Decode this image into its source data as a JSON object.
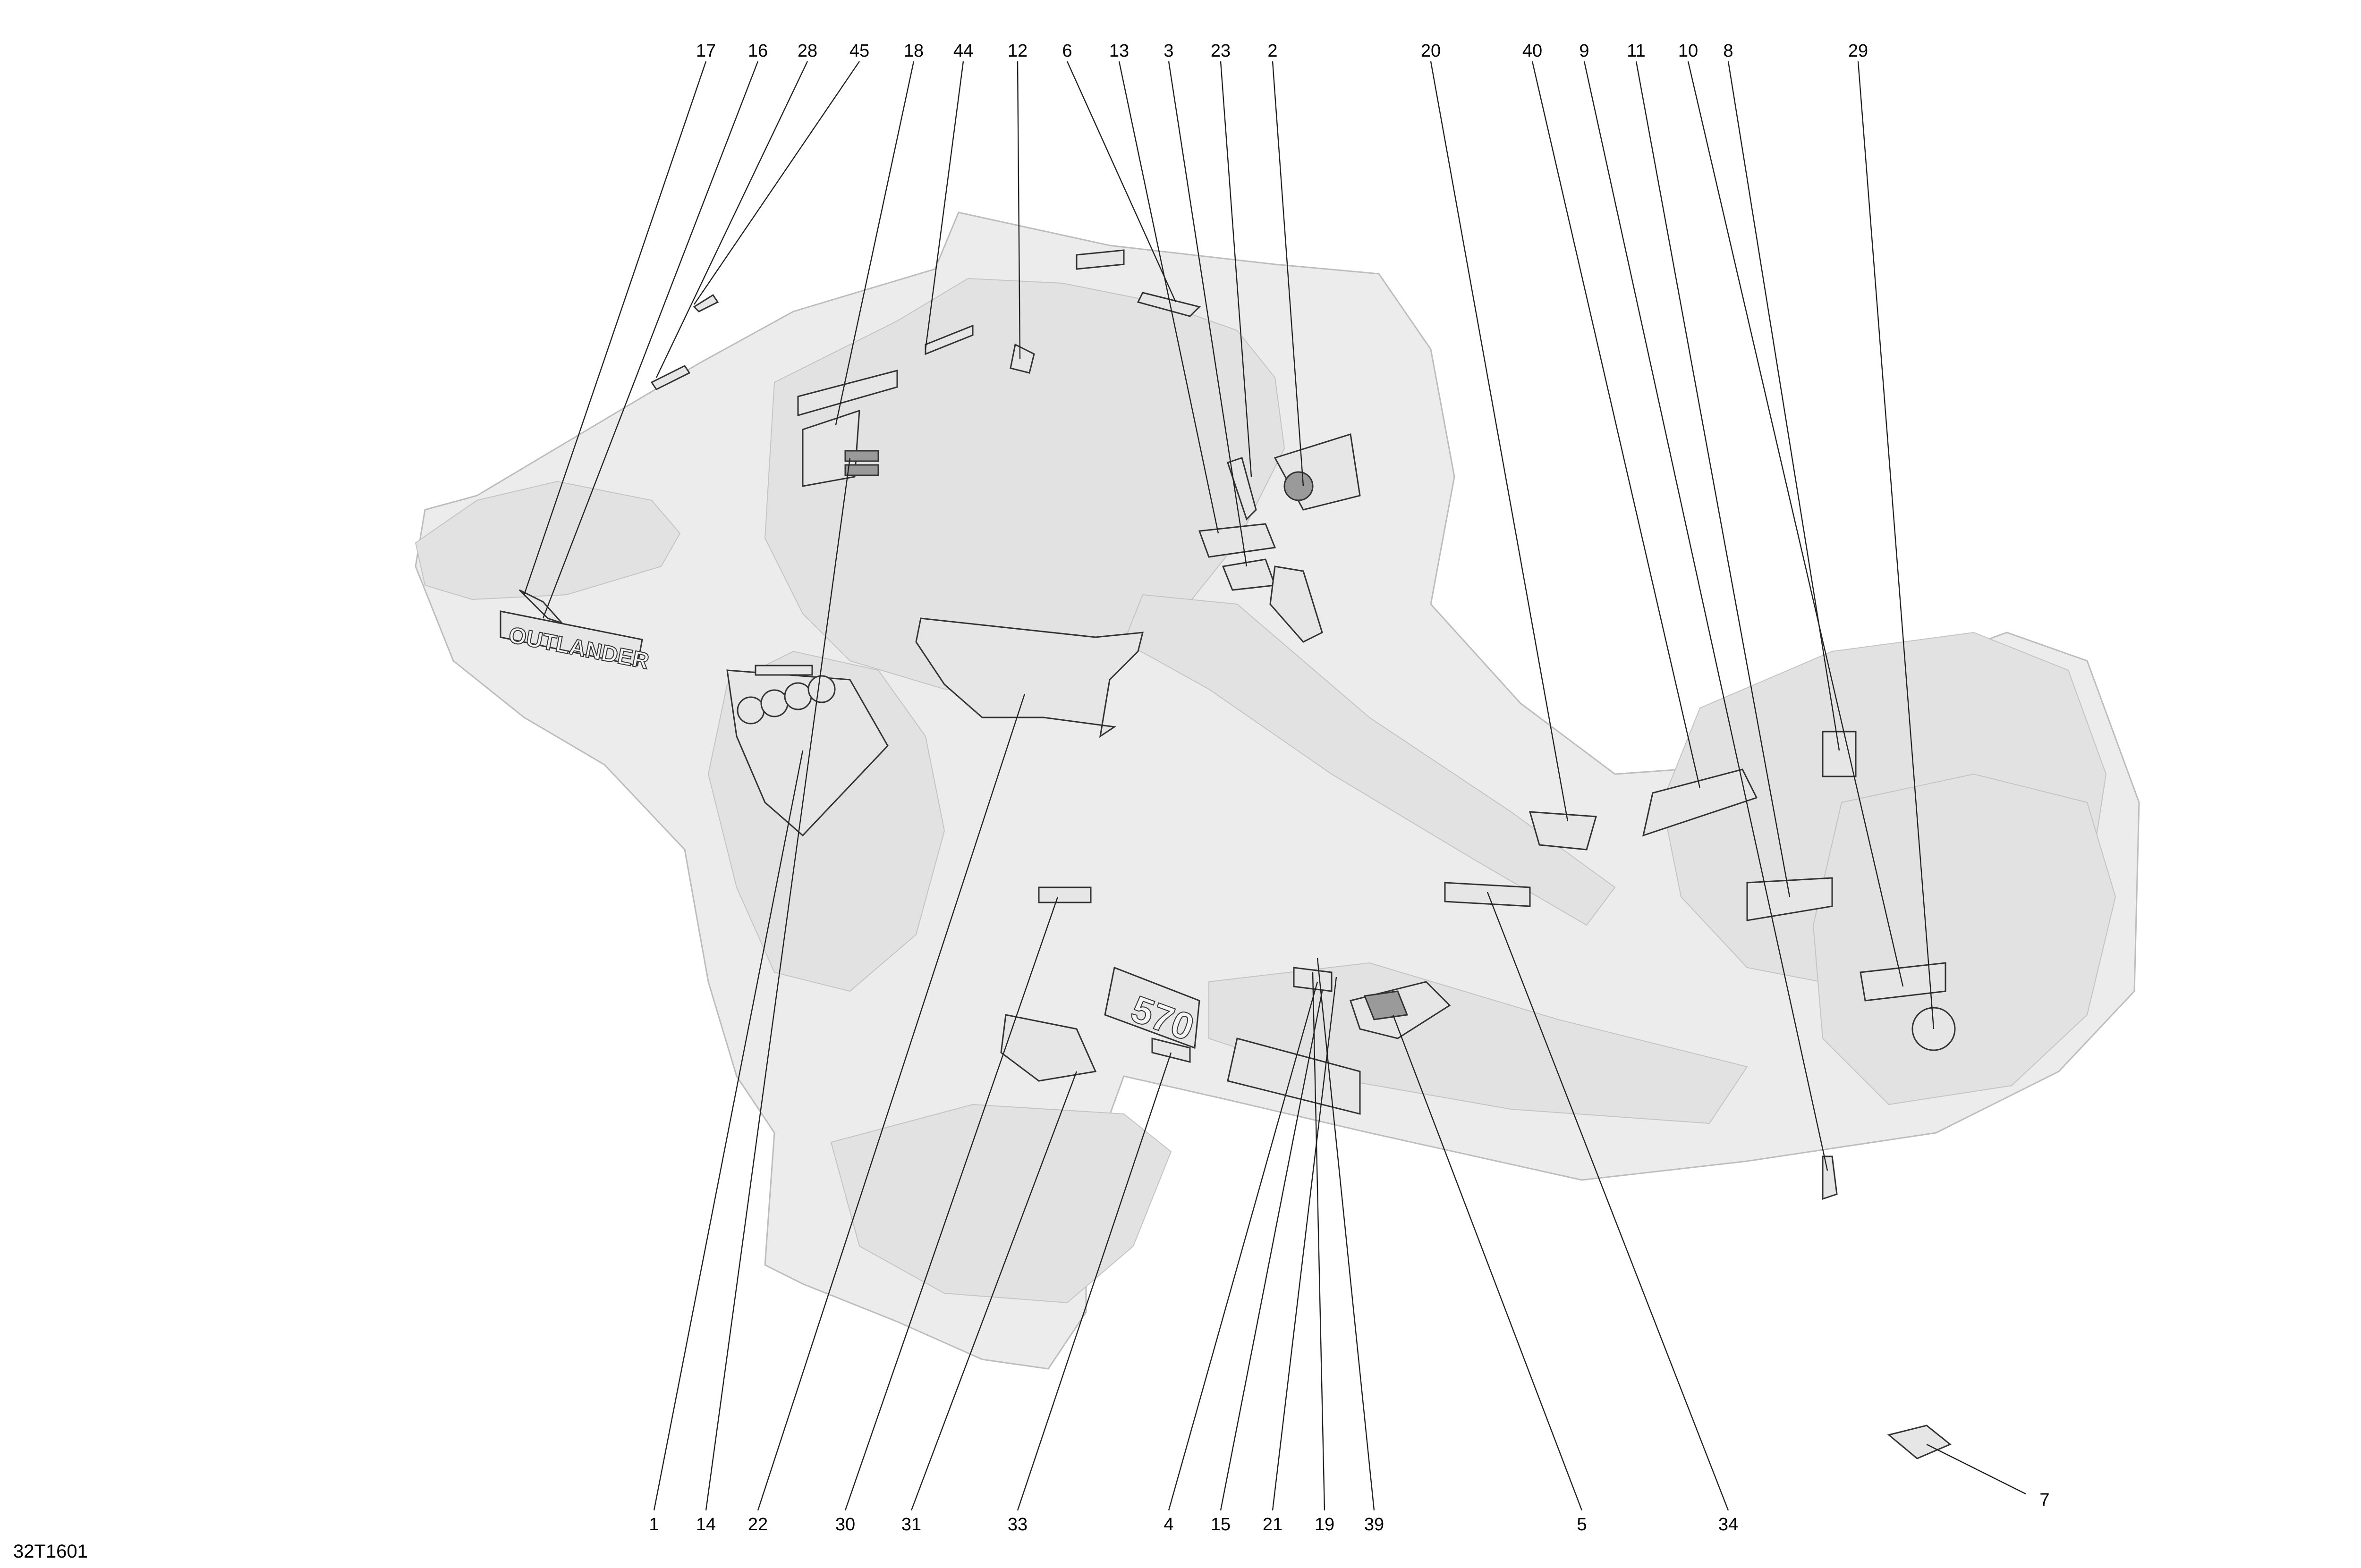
{
  "figure_id": "32T1601",
  "decals": {
    "outlander": "OUTLANDER",
    "displacement": "570"
  },
  "callouts_top": [
    "17",
    "16",
    "28",
    "45",
    "18",
    "44",
    "12",
    "6",
    "13",
    "3",
    "23",
    "2",
    "20",
    "40",
    "9",
    "11",
    "10",
    "8",
    "29"
  ],
  "callouts_bottom": [
    "1",
    "14",
    "22",
    "30",
    "31",
    "33",
    "4",
    "15",
    "21",
    "19",
    "39",
    "5",
    "34",
    "7"
  ]
}
